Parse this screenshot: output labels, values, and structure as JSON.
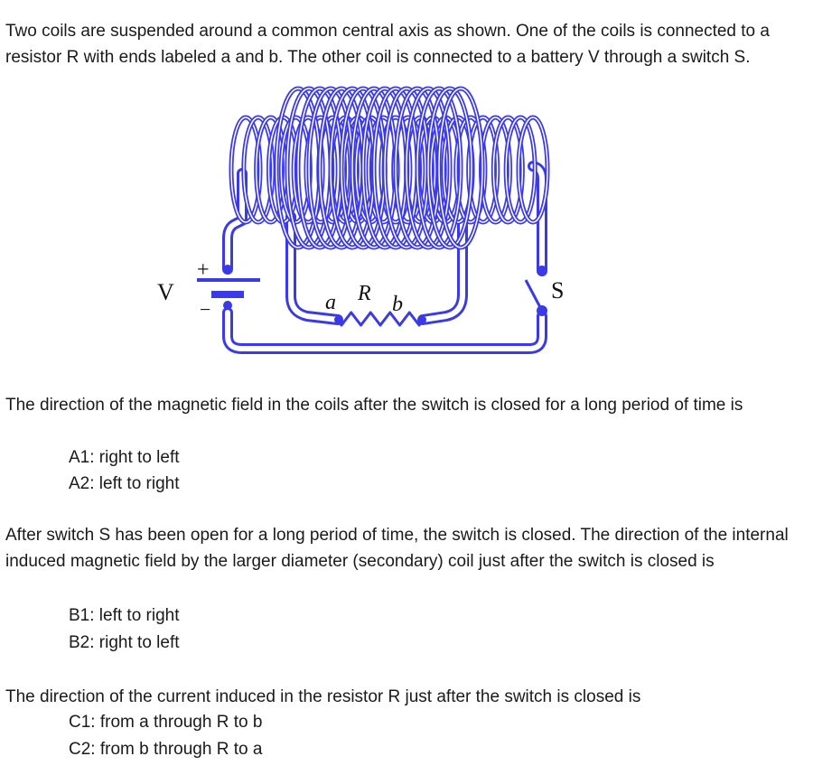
{
  "question1": {
    "text": "Two coils are suspended around a common central axis as shown. One of the coils is connected to a resistor R with ends labeled a and b. The other coil is connected to a battery V through a switch S."
  },
  "figure": {
    "labels": {
      "battery": "V",
      "plus": "+",
      "minus": "−",
      "end_a": "a",
      "resistor": "R",
      "end_b": "b",
      "switch": "S"
    },
    "colors": {
      "wire": "#3a3ae6",
      "outline": "#ffffff"
    }
  },
  "questionA": {
    "text": "The direction of the magnetic field in the coils after the switch is closed for a long period of time is",
    "options": [
      "A1: right to left",
      "A2: left to right"
    ]
  },
  "questionB": {
    "text": "After switch S has been open for a long period of time, the switch is closed. The direction of the internal induced magnetic field by the larger diameter (secondary) coil just after the switch is closed is",
    "options": [
      "B1: left to right",
      "B2: right to left"
    ]
  },
  "questionC": {
    "text": "The direction of the current induced in the resistor R just after the switch is closed is",
    "options": [
      "C1: from a through R to b",
      "C2: from b through R to a"
    ]
  }
}
